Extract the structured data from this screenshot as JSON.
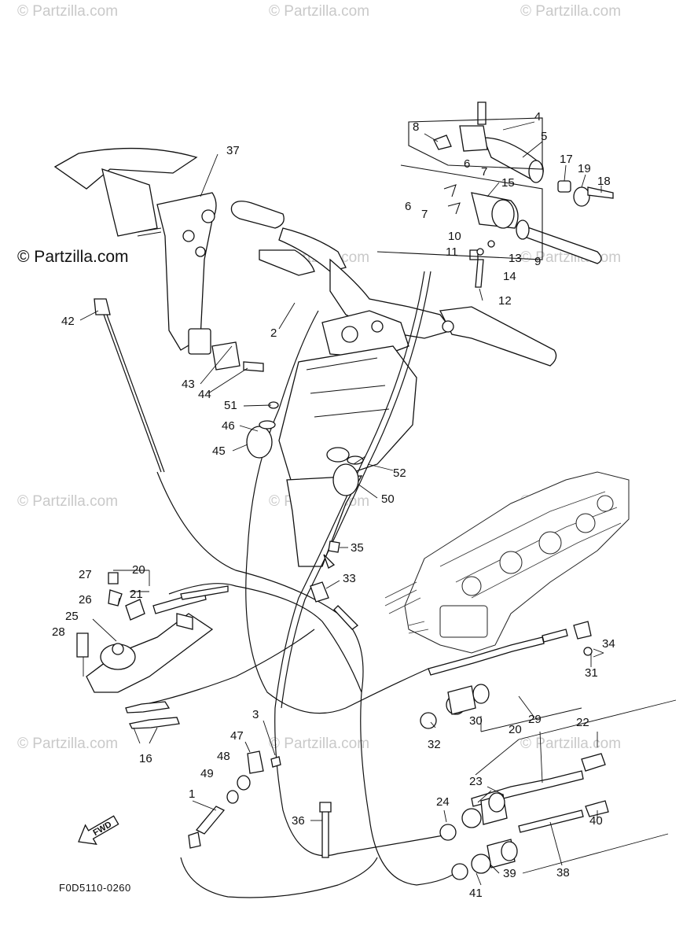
{
  "watermark": {
    "text": "© Partzilla.com",
    "brand_text": "© Partzilla.com"
  },
  "diagram": {
    "code": "F0D5110-0260",
    "fwd_label": "FWD",
    "callouts": [
      "1",
      "2",
      "3",
      "4",
      "5",
      "6",
      "6",
      "7",
      "7",
      "8",
      "9",
      "10",
      "11",
      "12",
      "13",
      "14",
      "15",
      "16",
      "17",
      "18",
      "19",
      "20",
      "20",
      "21",
      "22",
      "23",
      "24",
      "25",
      "26",
      "27",
      "28",
      "29",
      "30",
      "31",
      "32",
      "33",
      "34",
      "35",
      "36",
      "37",
      "38",
      "39",
      "40",
      "41",
      "42",
      "43",
      "44",
      "45",
      "46",
      "47",
      "48",
      "49",
      "50",
      "51",
      "52"
    ]
  },
  "colors": {
    "background": "#ffffff",
    "ink": "#111111",
    "watermark": "#c9c9c9"
  }
}
